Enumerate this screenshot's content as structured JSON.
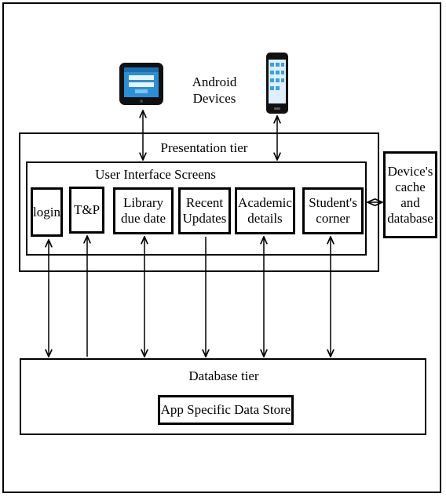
{
  "devices": {
    "label": "Android\nDevices",
    "tablet_icon": "android-tablet-icon",
    "phone_icon": "android-phone-icon"
  },
  "presentation_tier": {
    "title": "Presentation tier",
    "ui_screens": {
      "title": "User Interface Screens",
      "screens": [
        "login",
        "T&P",
        "Library\ndue date",
        "Recent\nUpdates",
        "Academic\ndetails",
        "Student's\ncorner"
      ]
    }
  },
  "device_cache": "Device's\ncache\nand\ndatabase",
  "database_tier": {
    "title": "Database tier",
    "store": "App Specific Data Store"
  },
  "colors": {
    "line": "#000000",
    "background": "#ffffff",
    "device_screen": "#1a7bc4"
  }
}
